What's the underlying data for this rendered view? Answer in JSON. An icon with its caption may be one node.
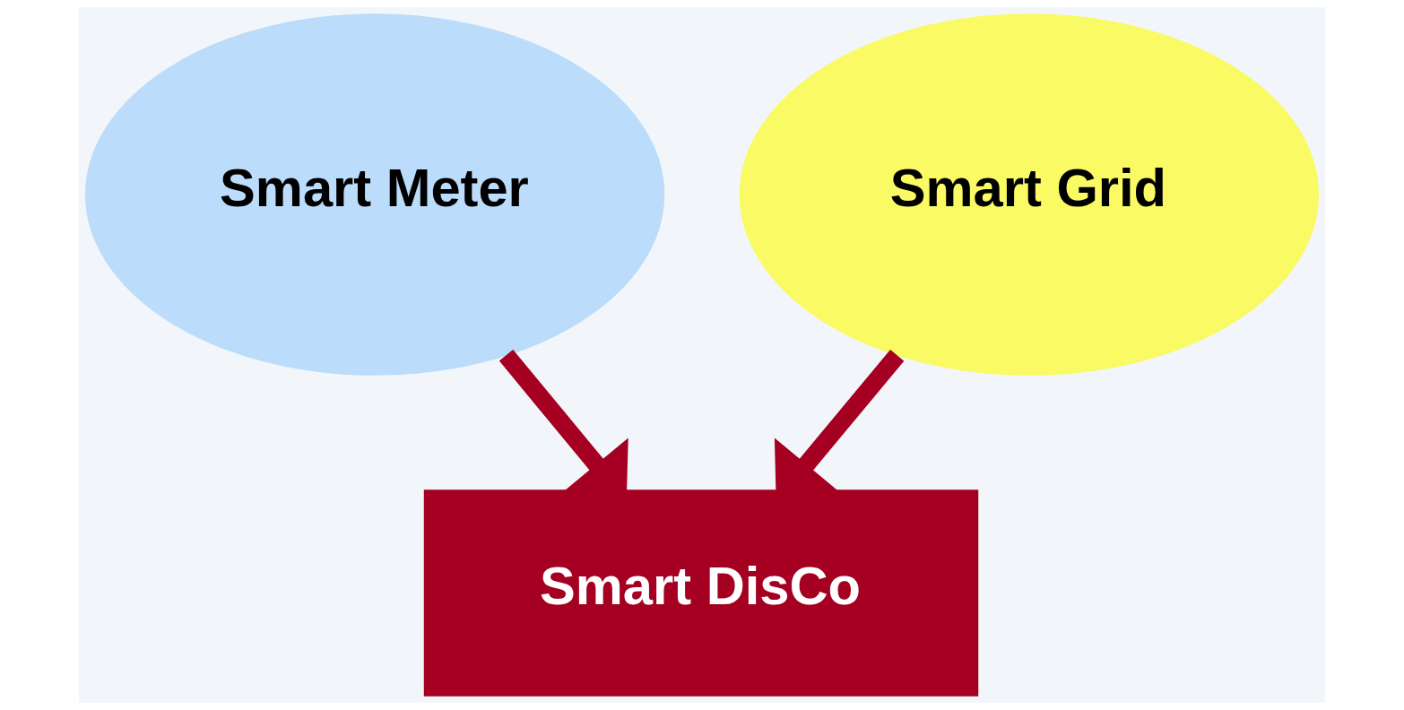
{
  "diagram": {
    "nodes": [
      {
        "text": [
          "Smart Meter"
        ]
      },
      {
        "text": [
          "Smart Grid"
        ]
      },
      {
        "text": [
          "Smart DisCo"
        ]
      }
    ],
    "edges": [
      {
        "from": 0,
        "to": 2,
        "arrow": "to"
      },
      {
        "from": 1,
        "to": 2,
        "arrow": "to"
      }
    ]
  }
}
